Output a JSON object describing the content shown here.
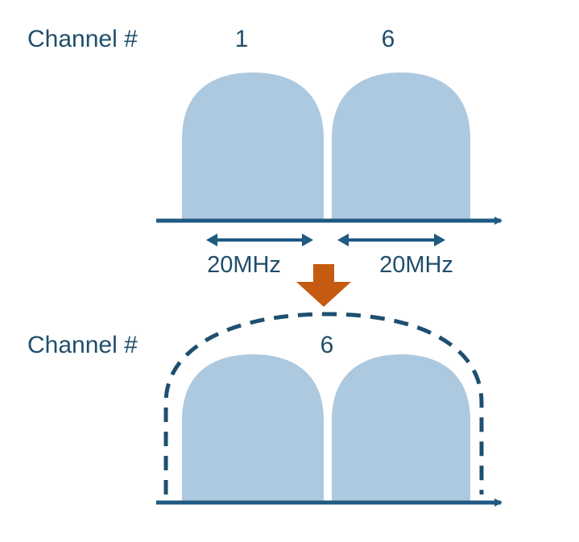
{
  "top_panel": {
    "row_label": "Channel #",
    "channels": [
      {
        "number": "1"
      },
      {
        "number": "6"
      }
    ],
    "bandwidths": [
      "20MHz",
      "20MHz"
    ]
  },
  "bottom_panel": {
    "row_label": "Channel #",
    "bonded_channel_number": "6"
  },
  "colors": {
    "channel_fill": "#adc9df",
    "axis": "#1e5a82",
    "text": "#1f4e6b",
    "transition_arrow": "#c55a11",
    "bonded_outline": "#1e4f70"
  }
}
